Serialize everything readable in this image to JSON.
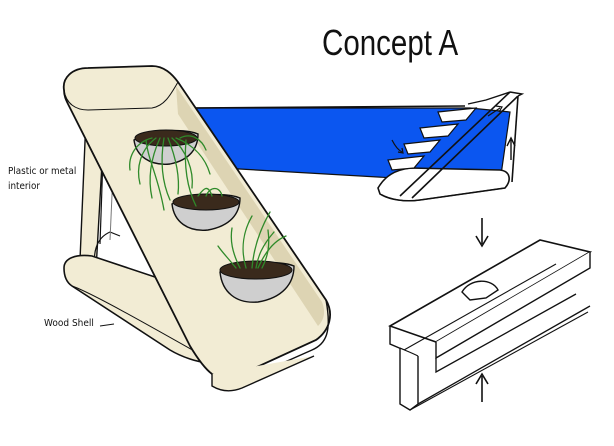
{
  "title": "Concept A",
  "labels": {
    "interior": "Plastic or metal\ninterior",
    "shell": "Wood Shell"
  },
  "colors": {
    "water": "#0b56f0",
    "shell": "#f2ecd4",
    "shell_shadow": "#ddd4b3",
    "soil": "#3a2a1c",
    "grass": "#2f8a2a",
    "pot": "#cfcfcf",
    "ink": "#111111"
  }
}
